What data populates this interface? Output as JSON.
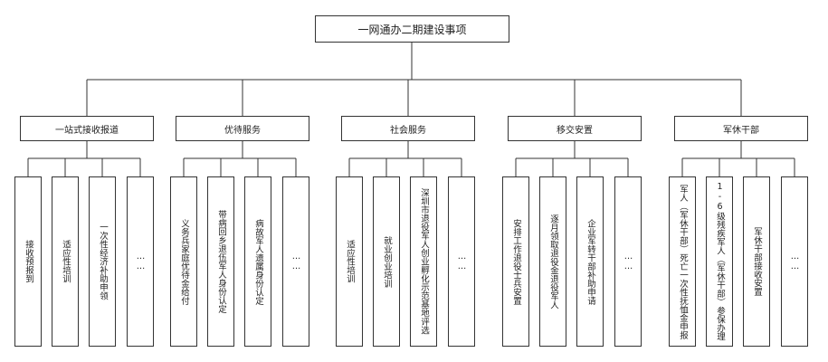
{
  "root": {
    "label": "一网通办二期建设事项"
  },
  "categories": [
    {
      "label": "一站式接收报道",
      "items": [
        "接收预报到",
        "适应性培训",
        "一次性经济补助申领",
        "……"
      ]
    },
    {
      "label": "优待服务",
      "items": [
        "义务兵家庭优待金给付",
        "带病回乡退伍军人身份认定",
        "病故军人遗属身份认定",
        "……"
      ]
    },
    {
      "label": "社会服务",
      "items": [
        "适应性培训",
        "就业创业培训",
        "深圳市退役军人创业孵化示范基地评选",
        "……"
      ]
    },
    {
      "label": "移交安置",
      "items": [
        "安排工作退役士兵安置",
        "逐月领取退役金退役军人",
        "企业军转干部补助申请",
        "……"
      ]
    },
    {
      "label": "军休干部",
      "items": [
        "军人（军休干部）死亡一次性抚恤金申报",
        "1-6级残疾军人（军休干部）参保办理",
        "军休干部接收安置",
        "……"
      ]
    }
  ]
}
